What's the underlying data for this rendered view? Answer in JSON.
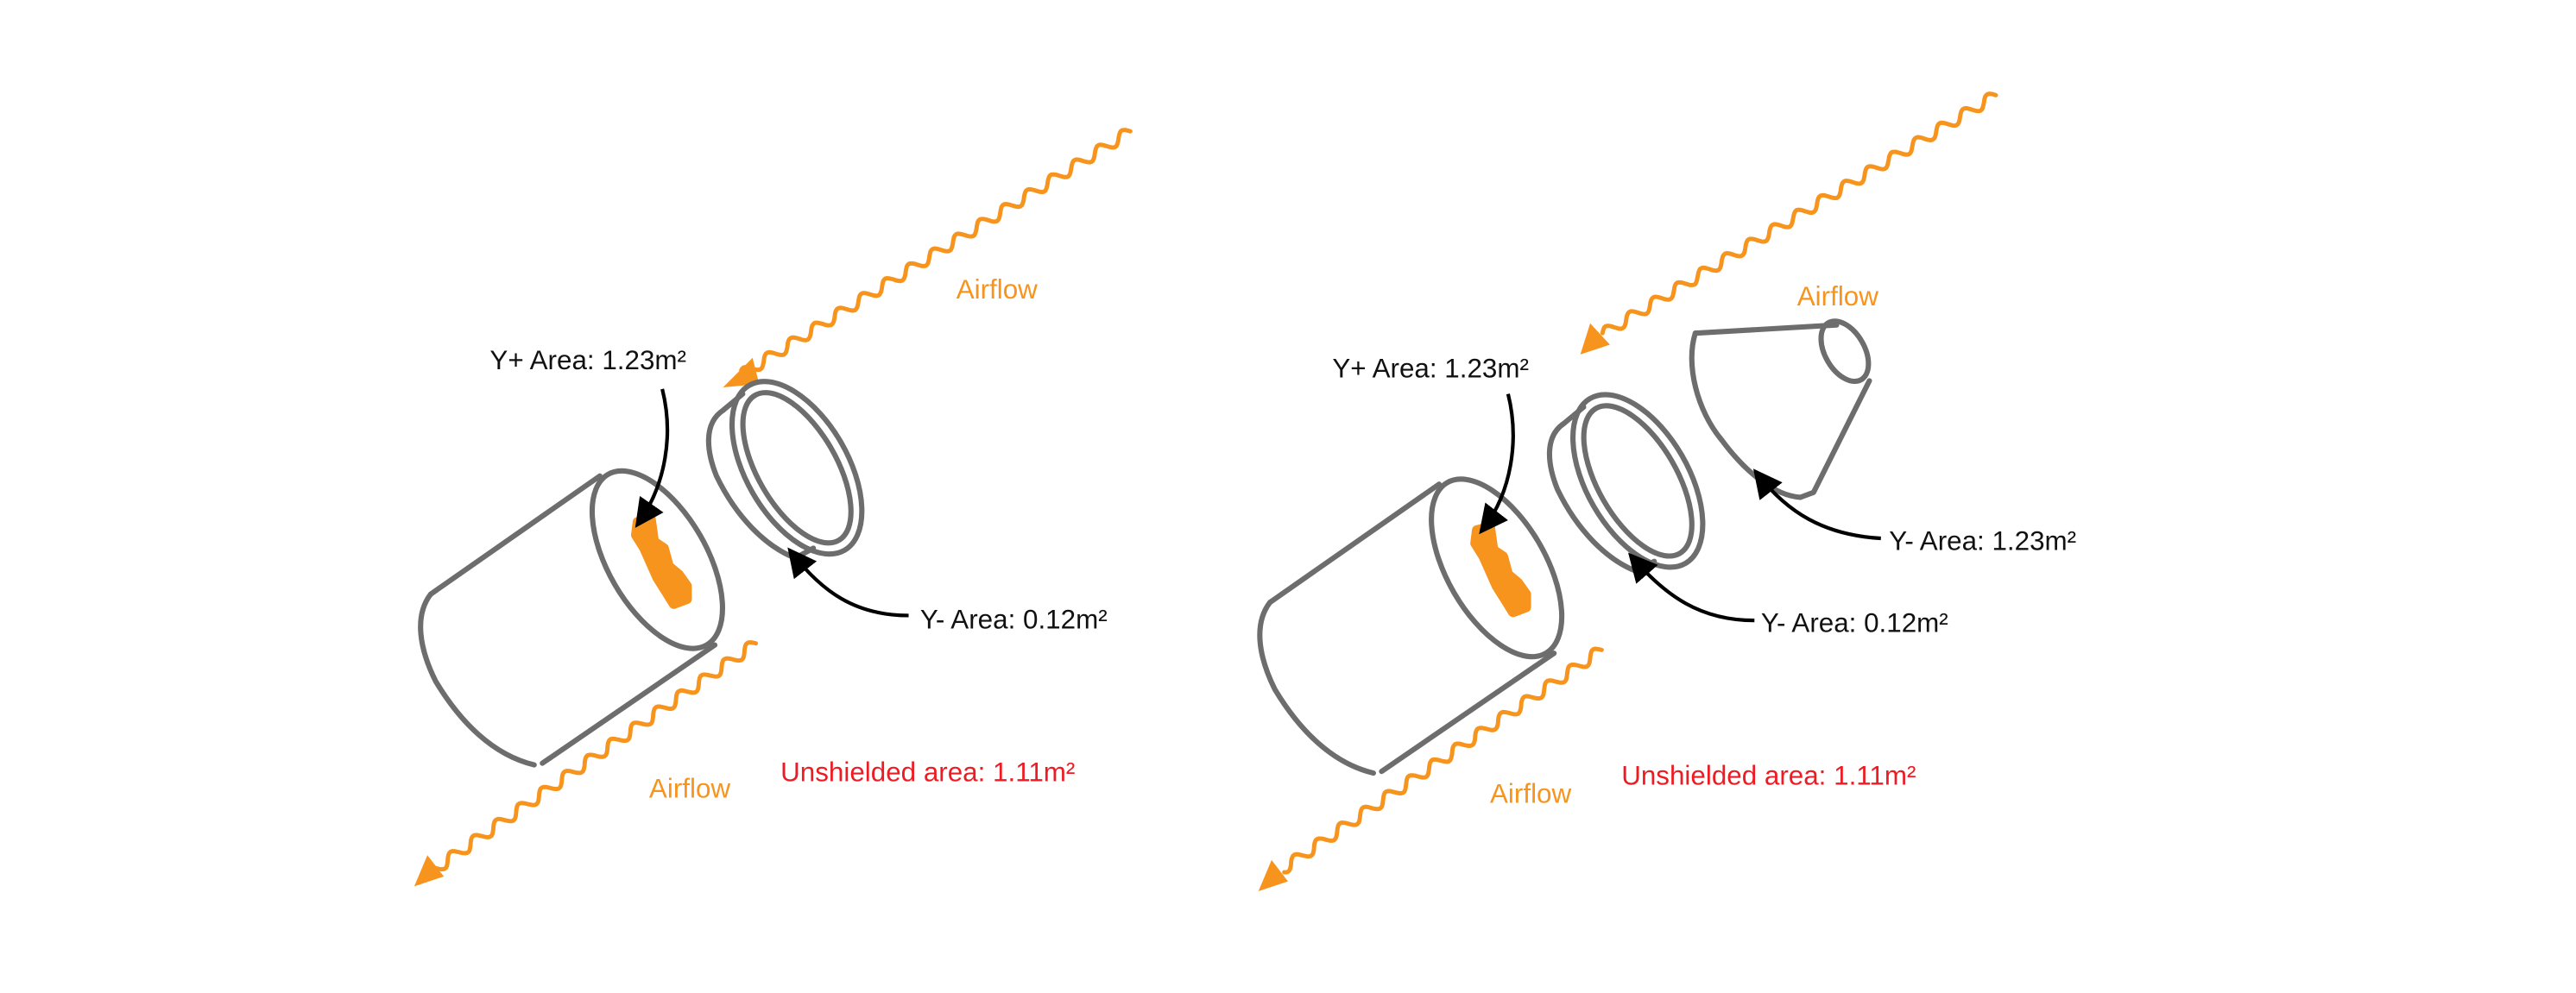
{
  "colors": {
    "airflow": "#f7941d",
    "unshielded": "#ed1c24",
    "outline": "#6d6d6d",
    "label": "#111111"
  },
  "left_panel": {
    "airflow_top": "Airflow",
    "airflow_bottom": "Airflow",
    "y_plus_label": "Y+ Area: 1.23m²",
    "y_minus_label": "Y- Area: 0.12m²",
    "unshielded_label": "Unshielded area: 1.11m²"
  },
  "right_panel": {
    "airflow_top": "Airflow",
    "airflow_bottom": "Airflow",
    "y_plus_label": "Y+ Area: 1.23m²",
    "y_minus_ring_label": "Y- Area: 0.12m²",
    "y_minus_cone_label": "Y- Area: 1.23m²",
    "unshielded_label": "Unshielded area: 1.11m²"
  }
}
